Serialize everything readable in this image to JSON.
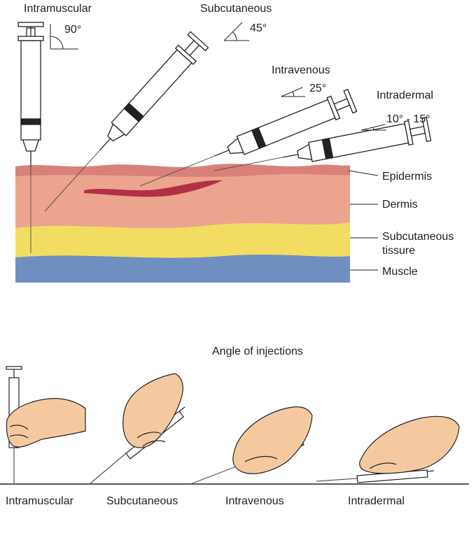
{
  "top": {
    "routes": [
      {
        "name": "Intramuscular",
        "angle": "90°"
      },
      {
        "name": "Subcutaneous",
        "angle": "45°"
      },
      {
        "name": "Intravenous",
        "angle": "25°"
      },
      {
        "name": "Intradermal",
        "angle": "10° - 15°"
      }
    ],
    "layers": {
      "epidermis": "Epidermis",
      "dermis": "Dermis",
      "subcutaneous_line1": "Subcutaneous",
      "subcutaneous_line2": "tissure",
      "muscle": "Muscle"
    }
  },
  "bottom": {
    "title": "Angle of injections",
    "captions": [
      "Intramuscular",
      "Subcutaneous",
      "Intravenous",
      "Intradermal"
    ]
  },
  "colors": {
    "epidermis": "#d9807a",
    "dermis": "#eca48e",
    "subcutaneous": "#f2dd62",
    "muscle": "#6f8fc0",
    "vessel": "#b03045",
    "skin_hand": "#f5c9a0",
    "line": "#222222"
  }
}
